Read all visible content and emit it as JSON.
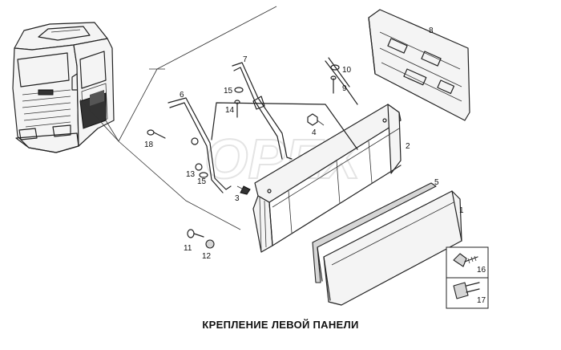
{
  "caption": "КРЕПЛЕНИЕ ЛЕВОЙ ПАНЕЛИ",
  "watermark": "OPEX",
  "callouts": {
    "c1": "1",
    "c2": "2",
    "c3": "3",
    "c4": "4",
    "c5": "5",
    "c6": "6",
    "c7": "7",
    "c8": "8",
    "c9": "9",
    "c10": "10",
    "c11": "11",
    "c12": "12",
    "c13": "13",
    "c14": "14",
    "c15a": "15",
    "c15b": "15",
    "c16": "16",
    "c17": "17",
    "c18": "18"
  },
  "colors": {
    "line": "#222222",
    "fill_light": "#f4f4f4",
    "fill_grey": "#d6d6d6",
    "watermark": "#cfcfcf"
  }
}
